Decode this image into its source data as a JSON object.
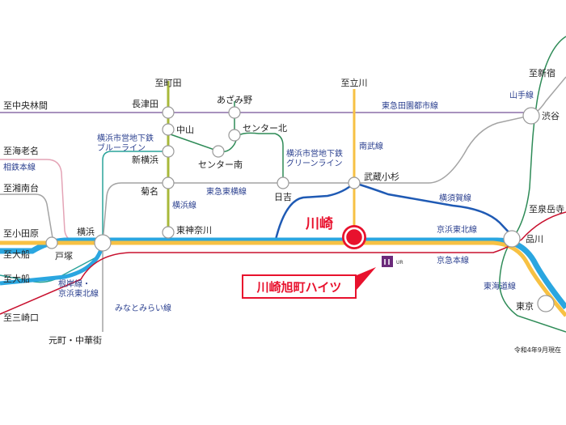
{
  "stations": {
    "yokohama": "横浜",
    "totsuka": "戸塚",
    "kikuna": "菊名",
    "shin_yokohama": "新横浜",
    "nakayama": "中山",
    "nagatsuta": "長津田",
    "azamino": "あざみ野",
    "center_kita": "センター北",
    "center_minami": "センター南",
    "hiyoshi": "日吉",
    "musashi_kosugi": "武蔵小杉",
    "higashi_kanagawa": "東神奈川",
    "kawasaki": "川崎",
    "shinagawa": "品川",
    "shibuya": "渋谷",
    "tokyo": "東京",
    "motomachi": "元町・中華街"
  },
  "directions": {
    "to_machida": "至町田",
    "to_tachikawa": "至立川",
    "to_chuo_rinkan": "至中央林間",
    "to_ebina": "至海老名",
    "to_shonandai": "至湘南台",
    "to_odawara": "至小田原",
    "to_ofuna_1": "至大船",
    "to_ofuna_2": "至大船",
    "to_misakiguchi": "至三崎口",
    "to_shinjuku": "至新宿",
    "to_sengakuji": "至泉岳寺"
  },
  "lines": {
    "toyoko": "東急田園都市線",
    "sotetsu": "相鉄本線",
    "blue_line": [
      "横浜市営地下鉄",
      "ブルーライン"
    ],
    "green_line": [
      "横浜市営地下鉄",
      "グリーンライン"
    ],
    "toyoko_line": "東急東横線",
    "yokohama_line": "横浜線",
    "nambu": "南武線",
    "yokosuka": "横須賀線",
    "keihin_tohoku": "京浜東北線",
    "keikyu": "京急本線",
    "yamanote": "山手線",
    "tokaido": "東海道線",
    "negishi": [
      "根岸線・",
      "京浜東北線"
    ],
    "minatomirai": "みなとみらい線"
  },
  "callout": "川崎旭町ハイツ",
  "logo_text": "UR",
  "note": "令和4年9月現在",
  "colors": {
    "jr_blue": "#2aa6e0",
    "yellow": "#f7c143",
    "red_line": "#c8102e",
    "navy": "#1f5ab4",
    "green": "#2e8b57",
    "olive": "#a8b83a",
    "purple": "#8c6fa8",
    "gray": "#a4a4a4",
    "pink": "#e4a4b6",
    "teal": "#2aa39a",
    "accent": "#e8112d"
  }
}
